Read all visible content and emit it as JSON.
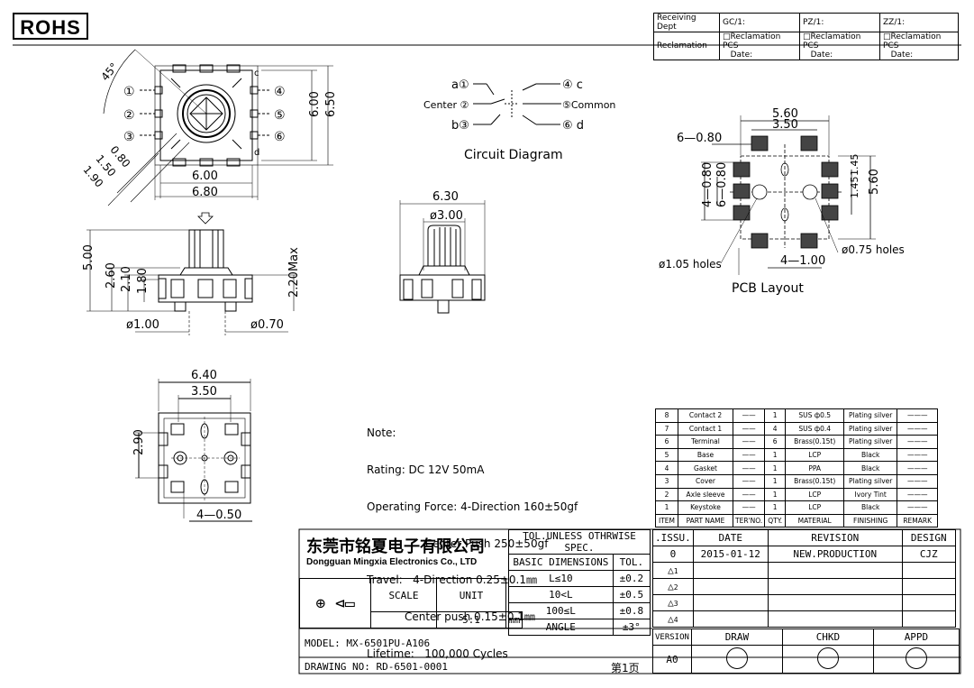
{
  "header": {
    "rohs": "ROHS",
    "receiving_dept": "Receiving Dept",
    "reclamation": "Reclamation",
    "gc": "GC/1:",
    "pz": "PZ/1:",
    "zz": "ZZ/1:",
    "recl_pcs": "□Reclamation PCS",
    "date": "Date:"
  },
  "top_view": {
    "angle": "45°",
    "pins": [
      "①",
      "②",
      "③",
      "④",
      "⑤",
      "⑥"
    ],
    "c": "c",
    "d": "d",
    "dim_600h": "6.00",
    "dim_650h": "6.50",
    "dim_600w": "6.00",
    "dim_680w": "6.80",
    "dim_080": "0.80",
    "dim_150": "1.50",
    "dim_190": "1.90"
  },
  "side_view": {
    "dim_500": "5.00",
    "dim_260": "2.60",
    "dim_210": "2.10",
    "dim_180": "1.80",
    "dim_220max": "2.20Max",
    "phi100": "ø1.00",
    "phi070": "ø0.70"
  },
  "front_view": {
    "dim_630": "6.30",
    "phi300": "ø3.00"
  },
  "circuit": {
    "a": "a①",
    "b": "b③",
    "center": "Center ②",
    "c": "④ c",
    "common": "⑤Common",
    "d": "⑥ d",
    "title": "Circuit Diagram"
  },
  "pcb": {
    "dim_560w": "5.60",
    "dim_350": "3.50",
    "dim_6_080": "6—0.80",
    "dim_4_080": "4—0.80",
    "dim_6_080v": "6—0.80",
    "dim_145a": "1.45",
    "dim_145b": "1.45",
    "dim_560h": "5.60",
    "holes105": "ø1.05 holes",
    "dim_4_100": "4—1.00",
    "holes075": "ø0.75 holes",
    "title": "PCB Layout"
  },
  "bottom_view": {
    "dim_640": "6.40",
    "dim_350": "3.50",
    "dim_290": "2.90",
    "dim_4_050": "4—0.50"
  },
  "note": {
    "lines": [
      "Note:",
      "Rating: DC 12V 50mA",
      "Operating Force: 4-Direction 160±50gf",
      "                 Center Push 250±50gf",
      "Travel:   4-Direction 0.25±0.1㎜",
      "           Center push 0.15±0.1㎜",
      "Lifetime:   100,000 Cycles"
    ]
  },
  "parts": {
    "rows": [
      [
        "8",
        "Contact 2",
        "——",
        "1",
        "SUS ф0.5",
        "Plating silver",
        "———"
      ],
      [
        "7",
        "Contact 1",
        "——",
        "4",
        "SUS ф0.4",
        "Plating silver",
        "———"
      ],
      [
        "6",
        "Terminal",
        "——",
        "6",
        "Brass(0.15t)",
        "Plating silver",
        "———"
      ],
      [
        "5",
        "Base",
        "——",
        "1",
        "LCP",
        "Black",
        "———"
      ],
      [
        "4",
        "Gasket",
        "——",
        "1",
        "PPA",
        "Black",
        "———"
      ],
      [
        "3",
        "Cover",
        "——",
        "1",
        "Brass(0.15t)",
        "Plating silver",
        "———"
      ],
      [
        "2",
        "Axle sleeve",
        "——",
        "1",
        "LCP",
        "Ivory Tint",
        "———"
      ],
      [
        "1",
        "Keystoke",
        "——",
        "1",
        "LCP",
        "Black",
        "———"
      ]
    ],
    "headers": [
      "ITEM",
      "PART NAME",
      "TER'NO.",
      "QTY.",
      "MATERIAL",
      "FINISHING",
      "REMARK"
    ]
  },
  "title_block": {
    "company_cn": "东莞市铭夏电子有限公司",
    "company_en": "Dongguan Mingxia Electronics Co., LTD",
    "tol_spec": "TOL.UNLESS OTHRWISE SPEC.",
    "basic_dim": "BASIC DIMENSIONS",
    "tol": "TOL.",
    "tol_rows": [
      [
        "L≤10",
        "±0.2"
      ],
      [
        "10<L",
        "±0.5"
      ],
      [
        "100≤L",
        "±0.8"
      ],
      [
        "ANGLE",
        "±3°"
      ]
    ],
    "scale_label": "SCALE",
    "unit_label": "UNIT",
    "scale": "5:1",
    "unit": "mm",
    "issu": ".ISSU.",
    "date_h": "DATE",
    "revision_h": "REVISION",
    "design_h": "DESIGN",
    "issu_val": "0",
    "date_val": "2015-01-12",
    "revision_val": "NEW.PRODUCTION",
    "design_val": "CJZ",
    "rev_marks": [
      "1",
      "2",
      "3",
      "4"
    ],
    "model": "MODEL:  MX-6501PU-A106",
    "drawing_no": "DRAWING NO:  RD-6501-0001",
    "page": "第1页",
    "version_h": "VERSION",
    "version_val": "A0",
    "draw_h": "DRAW",
    "chkd_h": "CHKD",
    "appd_h": "APPD"
  }
}
